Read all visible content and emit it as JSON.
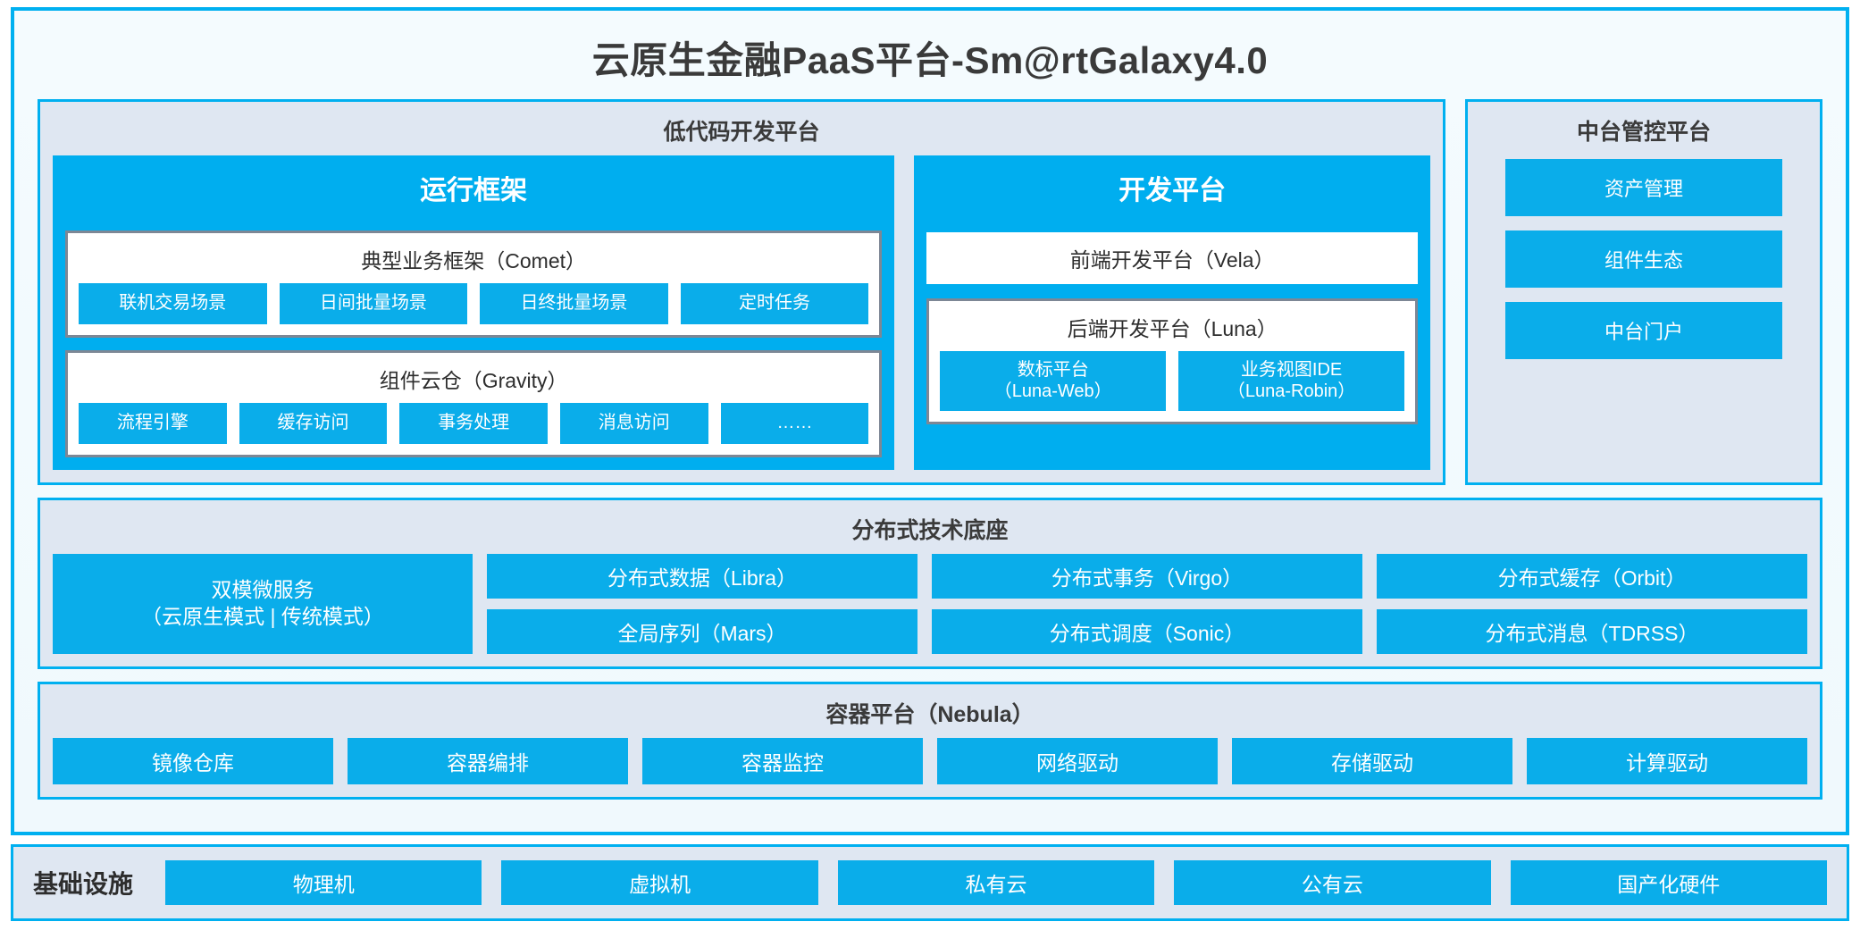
{
  "suite": {
    "title": "云原生金融PaaS平台-Sm@rtGalaxy4.0"
  },
  "colors": {
    "accent_blue": "#00AEEF",
    "chip_blue": "#0AADEA",
    "panel_bg": "#DFE7F2",
    "frame_border": "#00B0F0",
    "box_border": "#7D8795",
    "text_dark": "#2D2D2D"
  },
  "lowcode": {
    "title": "低代码开发平台",
    "runtime": {
      "title": "运行框架",
      "comet": {
        "title": "典型业务框架（Comet）",
        "items": [
          "联机交易场景",
          "日间批量场景",
          "日终批量场景",
          "定时任务"
        ]
      },
      "gravity": {
        "title": "组件云仓（Gravity）",
        "items": [
          "流程引擎",
          "缓存访问",
          "事务处理",
          "消息访问",
          "……"
        ]
      }
    },
    "devplatform": {
      "title": "开发平台",
      "frontend": "前端开发平台（Vela）",
      "backend": {
        "title": "后端开发平台（Luna）",
        "items": [
          {
            "name": "数标平台",
            "code": "（Luna-Web）"
          },
          {
            "name": "业务视图IDE",
            "code": "（Luna-Robin）"
          }
        ]
      }
    }
  },
  "mgmt": {
    "title": "中台管控平台",
    "items": [
      "资产管理",
      "组件生态",
      "中台门户"
    ]
  },
  "distributed": {
    "title": "分布式技术底座",
    "microservice": {
      "line1": "双模微服务",
      "line2": "（云原生模式 | 传统模式）"
    },
    "columns": [
      [
        "分布式数据（Libra）",
        "全局序列（Mars）"
      ],
      [
        "分布式事务（Virgo）",
        "分布式调度（Sonic）"
      ],
      [
        "分布式缓存（Orbit）",
        "分布式消息（TDRSS）"
      ]
    ]
  },
  "container": {
    "title": "容器平台（Nebula）",
    "items": [
      "镜像仓库",
      "容器编排",
      "容器监控",
      "网络驱动",
      "存储驱动",
      "计算驱动"
    ]
  },
  "infrastructure": {
    "label": "基础设施",
    "items": [
      "物理机",
      "虚拟机",
      "私有云",
      "公有云",
      "国产化硬件"
    ]
  }
}
